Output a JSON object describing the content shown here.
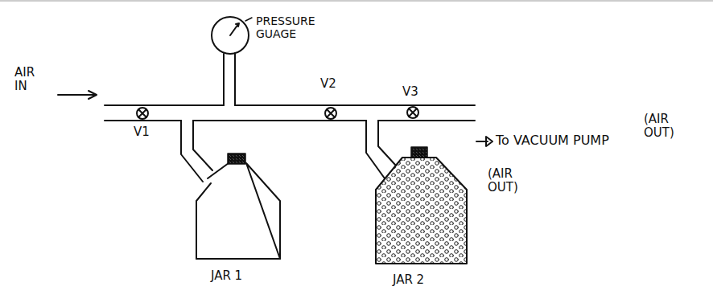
{
  "diagram": {
    "labels": [
      "AIR IN",
      "V1",
      "PRESSURE GUAGE",
      "V2",
      "V3",
      "To VACUUM PUMP",
      "(AIR OUT)",
      "(AIR OUT)",
      "JAR 1",
      "JAR 2"
    ]
  }
}
